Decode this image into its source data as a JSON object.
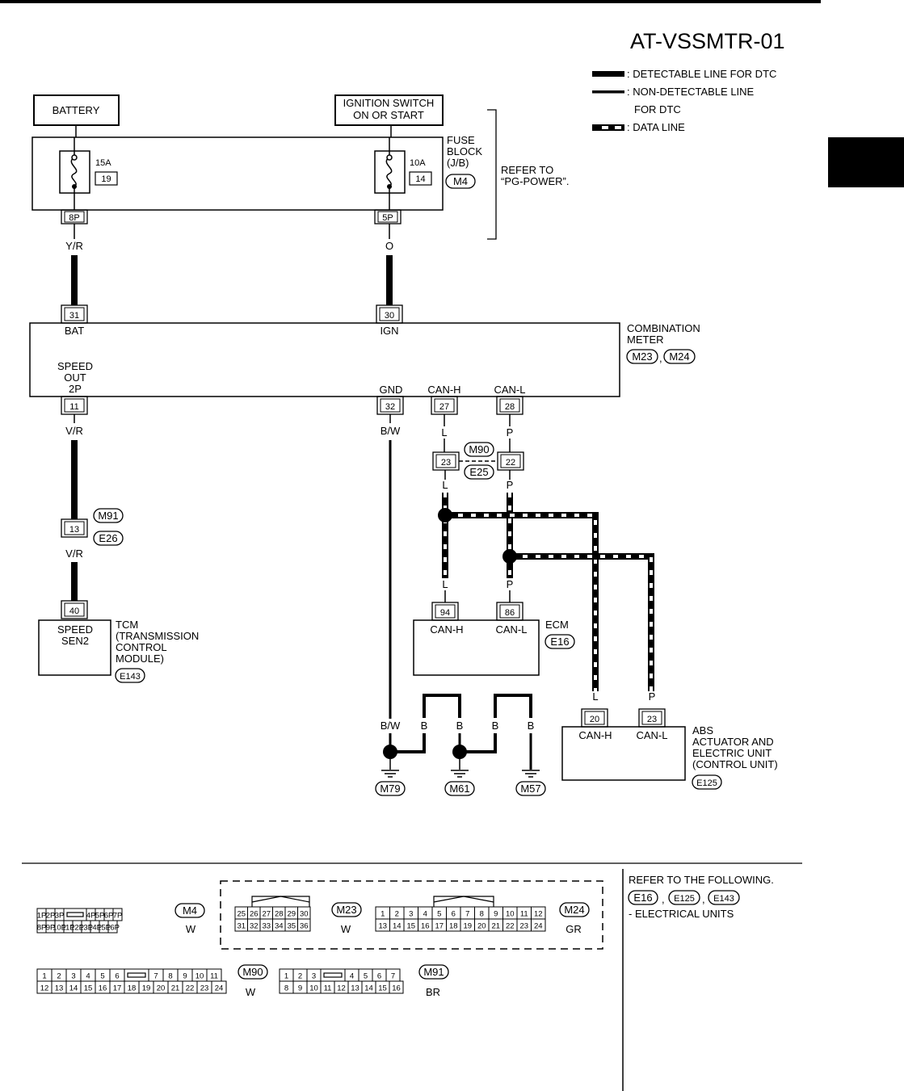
{
  "header": {
    "title": "AT-VSSMTR-01"
  },
  "legend": {
    "detectable": ": DETECTABLE LINE FOR DTC",
    "non_detectable_1": ": NON-DETECTABLE LINE",
    "non_detectable_2": "FOR DTC",
    "data_line": ": DATA LINE"
  },
  "power": {
    "battery": "BATTERY",
    "ignition_1": "IGNITION SWITCH",
    "ignition_2": "ON OR START",
    "fuse_a_amp": "15A",
    "fuse_a_no": "19",
    "fuse_b_amp": "10A",
    "fuse_b_no": "14",
    "fuse_block_1": "FUSE",
    "fuse_block_2": "BLOCK",
    "fuse_block_3": "(J/B)",
    "fuse_block_conn": "M4",
    "refer_1": "REFER TO",
    "refer_2": "“PG-POWER”.",
    "pin_8p": "8P",
    "pin_5p": "5P",
    "wire_yr": "Y/R",
    "wire_o": "O"
  },
  "meter": {
    "pin_31": "31",
    "pin_30": "30",
    "bat": "BAT",
    "ign": "IGN",
    "name_1": "COMBINATION",
    "name_2": "METER",
    "conn_a": "M23",
    "conn_b": "M24",
    "sep": ",",
    "speed_1": "SPEED",
    "speed_2": "OUT",
    "speed_3": "2P",
    "gnd": "GND",
    "can_h": "CAN-H",
    "can_l": "CAN-L",
    "pin_11": "11",
    "pin_32": "32",
    "pin_27": "27",
    "pin_28": "28"
  },
  "wires": {
    "vr_1": "V/R",
    "bw_1": "B/W",
    "l_1": "L",
    "p_1": "P",
    "j_m90": "M90",
    "j_e25": "E25",
    "j_pin_23": "23",
    "j_pin_22": "22",
    "l_2": "L",
    "p_2": "P",
    "m91": "M91",
    "e26": "E26",
    "pin_13": "13",
    "vr_2": "V/R",
    "l_3": "L",
    "p_3": "P",
    "l_4": "L",
    "p_4": "P",
    "bw_2": "B/W",
    "b_1": "B",
    "b_2": "B",
    "b_3": "B",
    "b_4": "B",
    "g_m79": "M79",
    "g_m61": "M61",
    "g_m57": "M57"
  },
  "tcm": {
    "pin_40": "40",
    "sensor_1": "SPEED",
    "sensor_2": "SEN2",
    "name_1": "TCM",
    "name_2": "(TRANSMISSION",
    "name_3": "CONTROL",
    "name_4": "MODULE)",
    "conn": "E143"
  },
  "ecm": {
    "pin_94": "94",
    "pin_86": "86",
    "can_h": "CAN-H",
    "can_l": "CAN-L",
    "name": "ECM",
    "conn": "E16"
  },
  "abs": {
    "pin_20": "20",
    "pin_23": "23",
    "can_h": "CAN-H",
    "can_l": "CAN-L",
    "name_1": "ABS",
    "name_2": "ACTUATOR AND",
    "name_3": "ELECTRIC UNIT",
    "name_4": "(CONTROL UNIT)",
    "conn": "E125"
  },
  "connectors": {
    "m4": {
      "id": "M4",
      "color": "W",
      "top": [
        "1P",
        "2P",
        "3P",
        "",
        "4P",
        "5P",
        "6P",
        "7P"
      ],
      "bot": [
        "8P",
        "9P",
        "10P",
        "11P",
        "12P",
        "13P",
        "14P",
        "15P",
        "16P"
      ]
    },
    "m23": {
      "id": "M23",
      "color": "W",
      "top": [
        "25",
        "26",
        "27",
        "28",
        "29",
        "30"
      ],
      "bot": [
        "31",
        "32",
        "33",
        "34",
        "35",
        "36"
      ]
    },
    "m24": {
      "id": "M24",
      "color": "GR",
      "top": [
        "1",
        "2",
        "3",
        "4",
        "5",
        "6",
        "7",
        "8",
        "9",
        "10",
        "11",
        "12"
      ],
      "bot": [
        "13",
        "14",
        "15",
        "16",
        "17",
        "18",
        "19",
        "20",
        "21",
        "22",
        "23",
        "24"
      ]
    },
    "m90": {
      "id": "M90",
      "color": "W",
      "top": [
        "1",
        "2",
        "3",
        "4",
        "5",
        "6",
        "",
        "7",
        "8",
        "9",
        "10",
        "11"
      ],
      "bot": [
        "12",
        "13",
        "14",
        "15",
        "16",
        "17",
        "18",
        "19",
        "20",
        "21",
        "22",
        "23",
        "24"
      ]
    },
    "m91": {
      "id": "M91",
      "color": "BR",
      "top": [
        "1",
        "2",
        "3",
        "",
        "4",
        "5",
        "6",
        "7"
      ],
      "bot": [
        "8",
        "9",
        "10",
        "11",
        "12",
        "13",
        "14",
        "15",
        "16"
      ]
    }
  },
  "refer": {
    "line_1": "REFER TO THE FOLLOWING.",
    "c1": "E16",
    "c2": "E125",
    "c3": "E143",
    "comma": ",",
    "line_2": "- ELECTRICAL UNITS"
  }
}
